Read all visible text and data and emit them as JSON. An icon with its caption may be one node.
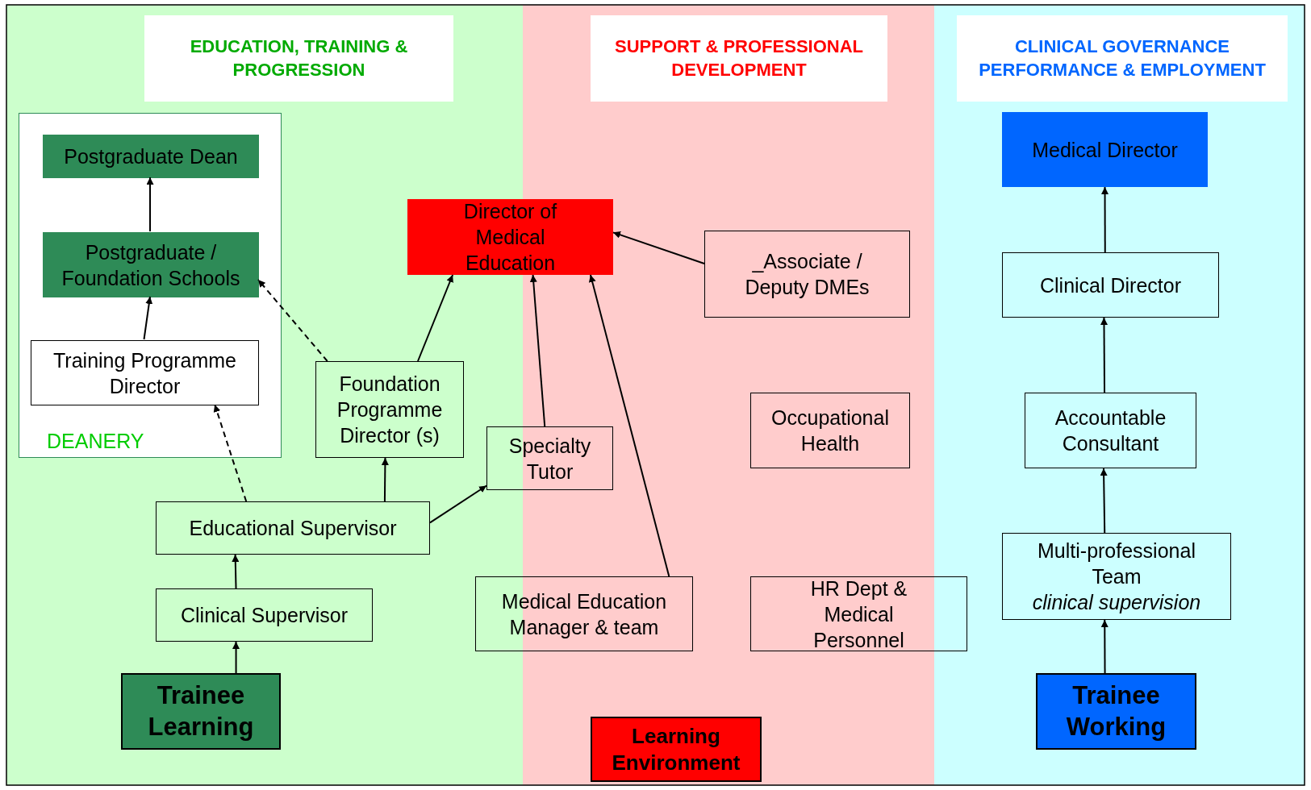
{
  "diagram": {
    "nodes": [
      {
        "text": [
          "EDUCATION, TRAINING & PROGRESSION"
        ]
      },
      {
        "text": [
          "SUPPORT & PROFESSIONAL DEVELOPMENT"
        ]
      },
      {
        "text": [
          "CLINICAL GOVERNANCE PERFORMANCE & EMPLOYMENT"
        ]
      },
      {
        "text": [
          "DEANERY"
        ]
      },
      {
        "text": [
          "Postgraduate Dean"
        ],
        "in": 3
      },
      {
        "text": [
          "Postgraduate / Foundation Schools"
        ],
        "in": 3
      },
      {
        "text": [
          "Training Programme Director"
        ],
        "in": 3
      },
      {
        "text": [
          "Director of Medical Education"
        ]
      },
      {
        "text": [
          "_Associate / Deputy DMEs"
        ]
      },
      {
        "text": [
          "Foundation Programme Director (s)"
        ]
      },
      {
        "text": [
          "Specialty Tutor"
        ]
      },
      {
        "text": [
          "Occupational Health"
        ]
      },
      {
        "text": [
          "Educational Supervisor"
        ]
      },
      {
        "text": [
          "Clinical Supervisor"
        ]
      },
      {
        "text": [
          "Medical Education Manager & team"
        ]
      },
      {
        "text": [
          "HR Dept & Medical Personnel"
        ]
      },
      {
        "text": [
          "Trainee Learning"
        ]
      },
      {
        "text": [
          "Learning Environment"
        ]
      },
      {
        "text": [
          "Medical Director"
        ]
      },
      {
        "text": [
          "Clinical Director"
        ]
      },
      {
        "text": [
          "Accountable Consultant"
        ]
      },
      {
        "text": [
          "Multi-professional Team",
          "clinical supervision"
        ]
      },
      {
        "text": [
          "Trainee Working"
        ]
      }
    ],
    "edges": [
      {
        "from": 6,
        "to": 5,
        "arrow": "to"
      },
      {
        "from": 5,
        "to": 4,
        "arrow": "to"
      },
      {
        "from": 9,
        "to": 5,
        "arrow": "to",
        "style": "dashed"
      },
      {
        "from": 12,
        "to": 6,
        "arrow": "to",
        "style": "dashed"
      },
      {
        "from": 12,
        "to": 9,
        "arrow": "to"
      },
      {
        "from": 12,
        "to": 10,
        "arrow": "to"
      },
      {
        "from": 9,
        "to": 7,
        "arrow": "to"
      },
      {
        "from": 10,
        "to": 7,
        "arrow": "to"
      },
      {
        "from": 14,
        "to": 7,
        "arrow": "to"
      },
      {
        "from": 8,
        "to": 7,
        "arrow": "to"
      },
      {
        "from": 13,
        "to": 12,
        "arrow": "to"
      },
      {
        "from": 16,
        "to": 13,
        "arrow": "to"
      },
      {
        "from": 19,
        "to": 18,
        "arrow": "to"
      },
      {
        "from": 20,
        "to": 19,
        "arrow": "to"
      },
      {
        "from": 22,
        "to": 21,
        "arrow": "to"
      },
      {
        "from": 21,
        "to": 20,
        "arrow": "to"
      }
    ]
  }
}
